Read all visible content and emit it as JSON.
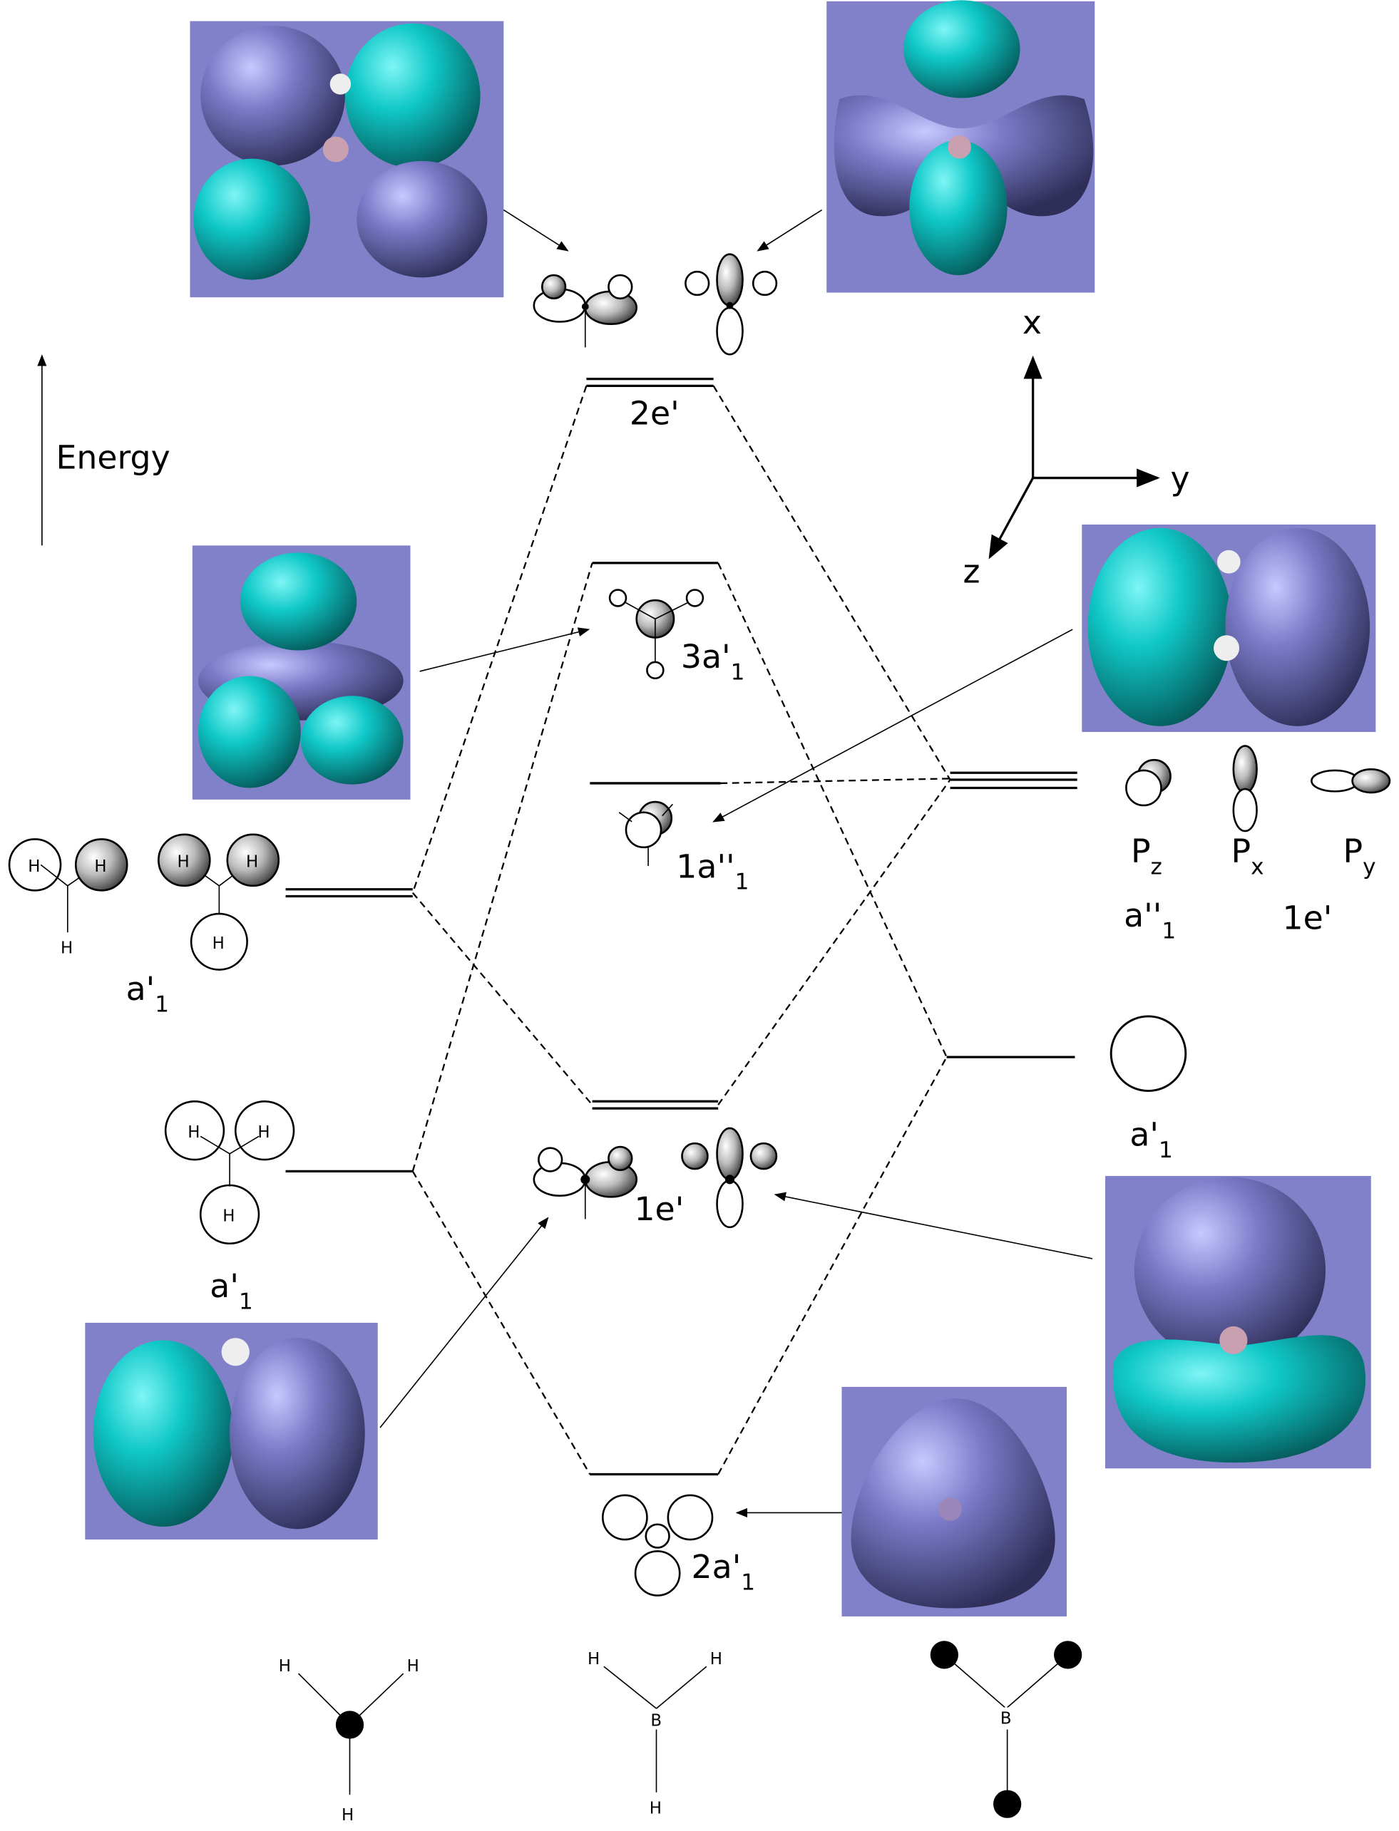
{
  "axis": {
    "energy_label": "Energy",
    "x": "x",
    "y": "y",
    "z": "z"
  },
  "levels": {
    "e2": "2e'",
    "a3": {
      "main": "3a'",
      "sub": "1"
    },
    "a1pp": {
      "main": "1a''",
      "sub": "1"
    },
    "e1": "1e'",
    "a2": {
      "main": "2a'",
      "sub": "1"
    }
  },
  "left_fragments": {
    "h3_e_label": {
      "main": "a'",
      "sub": "1"
    },
    "h3_a_label": {
      "main": "a'",
      "sub": "1"
    },
    "atom": "H"
  },
  "right_fragments": {
    "pz": {
      "main": "P",
      "sub": "z"
    },
    "px": {
      "main": "P",
      "sub": "x"
    },
    "py": {
      "main": "P",
      "sub": "y"
    },
    "a1pp_label": {
      "main": "a''",
      "sub": "1"
    },
    "e_label": "1e'",
    "s_label": {
      "main": "a'",
      "sub": "1"
    }
  },
  "structures": {
    "h": "H",
    "b": "B"
  },
  "colors": {
    "surface_bg": "#8181c9",
    "lobe_pos": "#10c8c8",
    "lobe_neg": "#7a7ac8"
  }
}
